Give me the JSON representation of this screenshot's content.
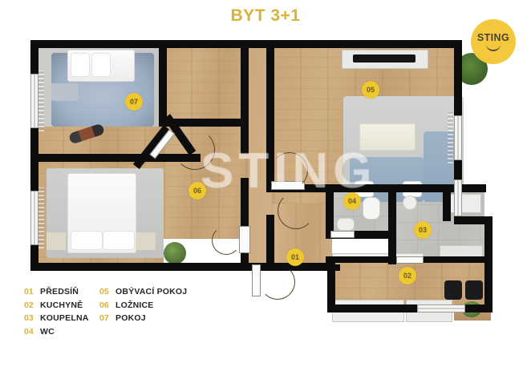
{
  "title": "BYT 3+1",
  "logo": {
    "text": "STING",
    "icon": "smile-icon"
  },
  "watermark": "STING",
  "legend": {
    "column1": [
      {
        "num": "01",
        "name": "PŘEDSÍŇ"
      },
      {
        "num": "02",
        "name": "KUCHYNĚ"
      },
      {
        "num": "03",
        "name": "KOUPELNA"
      },
      {
        "num": "04",
        "name": "WC"
      }
    ],
    "column2": [
      {
        "num": "05",
        "name": "OBÝVACÍ POKOJ"
      },
      {
        "num": "06",
        "name": "LOŽNICE"
      },
      {
        "num": "07",
        "name": "POKOJ"
      }
    ]
  },
  "room_badges": [
    {
      "id": "07",
      "room": "POKOJ"
    },
    {
      "id": "06",
      "room": "LOŽNICE"
    },
    {
      "id": "01",
      "room": "PŘEDSÍŇ"
    },
    {
      "id": "05",
      "room": "OBÝVACÍ POKOJ"
    },
    {
      "id": "04",
      "room": "WC"
    },
    {
      "id": "03",
      "room": "KOUPELNA"
    },
    {
      "id": "02",
      "room": "KUCHYNĚ"
    }
  ],
  "colors": {
    "accent": "#d9b23a",
    "badge": "#eec82e",
    "logo_bg": "#f4c83c",
    "wall": "#0d0d0d",
    "wood_floor": "#c8a578",
    "tile_floor": "#c6c4c1",
    "sofa": "#8fa6bb",
    "background": "#ffffff"
  },
  "plan": {
    "type": "floor-plan",
    "rooms": [
      {
        "badge": "07",
        "name": "POKOJ",
        "floor": "wood+rug",
        "furniture": [
          "bed",
          "rug",
          "bike"
        ]
      },
      {
        "badge": "06",
        "name": "LOŽNICE",
        "floor": "wood",
        "furniture": [
          "double-bed",
          "rug",
          "plant"
        ]
      },
      {
        "badge": "01",
        "name": "PŘEDSÍŇ",
        "floor": "wood",
        "furniture": [
          "doors"
        ]
      },
      {
        "badge": "05",
        "name": "OBÝVACÍ POKOJ",
        "floor": "wood",
        "furniture": [
          "sofa",
          "rug",
          "tv-unit",
          "plant"
        ]
      },
      {
        "badge": "04",
        "name": "WC",
        "floor": "tile",
        "furniture": [
          "toilet",
          "sink"
        ]
      },
      {
        "badge": "03",
        "name": "KOUPELNA",
        "floor": "tile",
        "furniture": [
          "bathtub",
          "sink",
          "shower"
        ]
      },
      {
        "badge": "02",
        "name": "KUCHYNĚ",
        "floor": "wood",
        "furniture": [
          "counter",
          "chairs",
          "table",
          "plant"
        ]
      }
    ]
  }
}
